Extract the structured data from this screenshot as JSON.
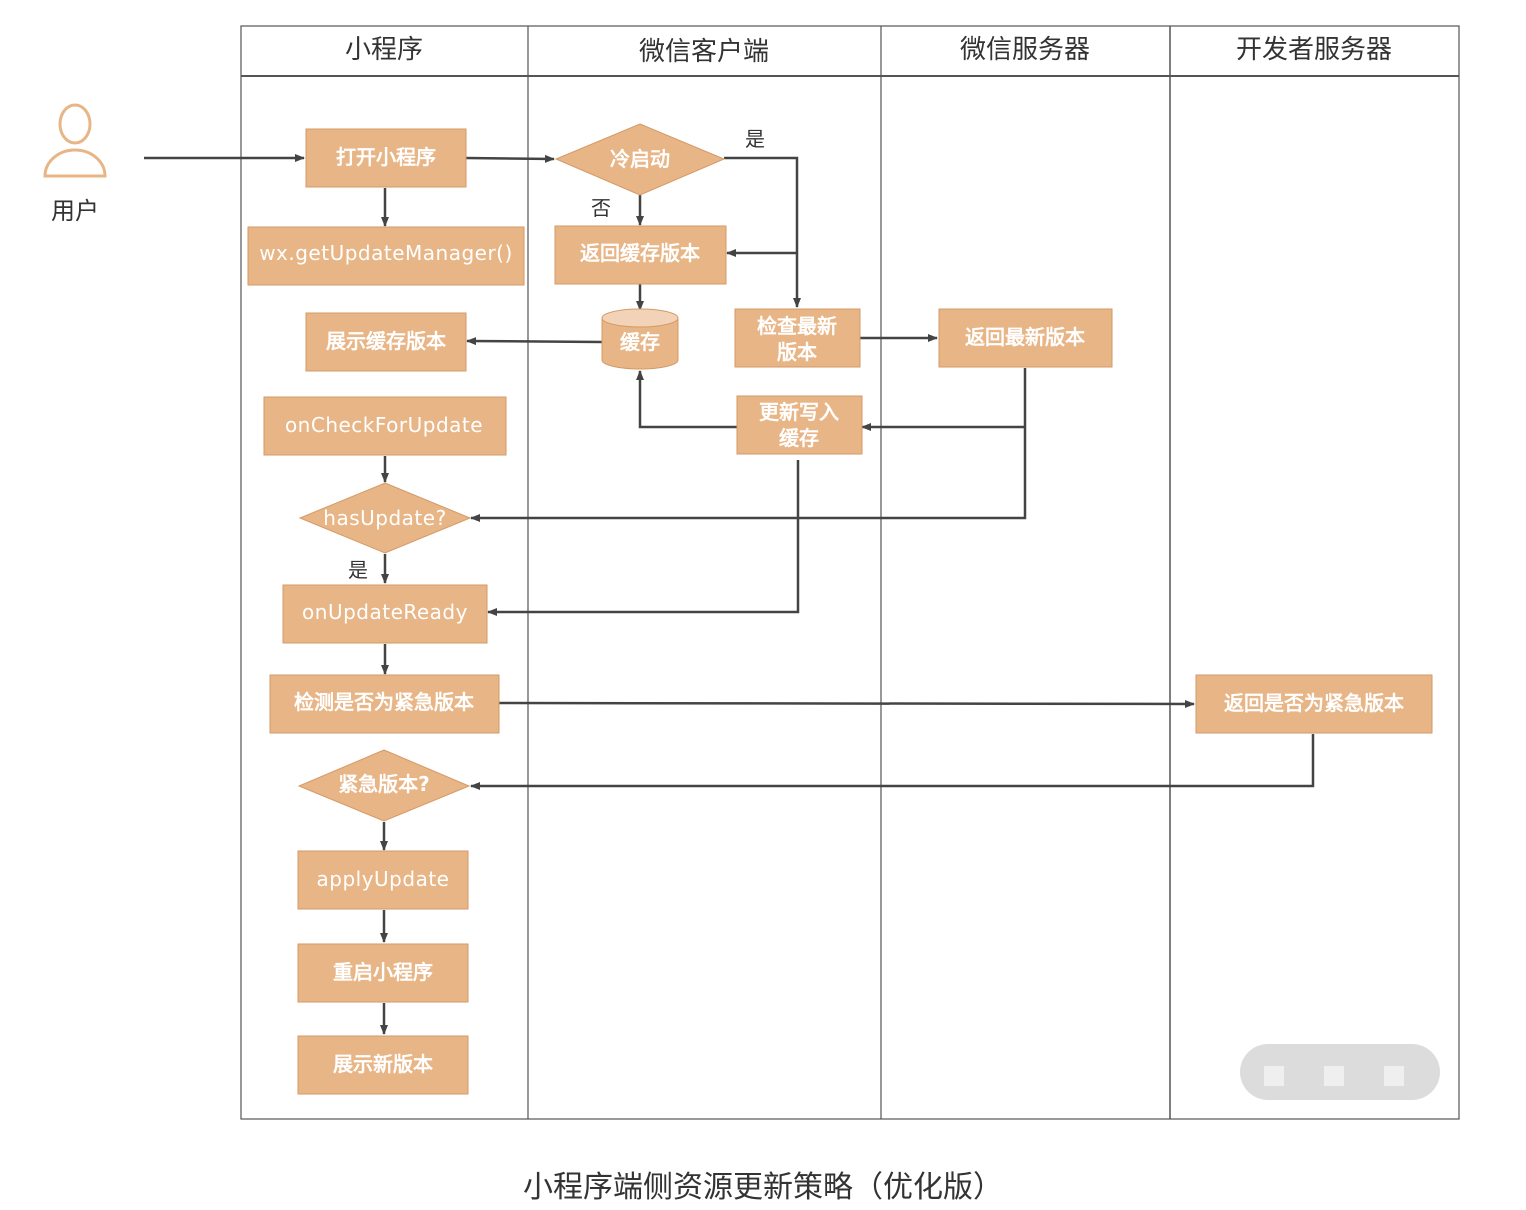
{
  "colors": {
    "node_fill": "#e8b586",
    "node_stroke": "#d49a66",
    "cylinder_top": "#f2d3b7",
    "edge": "#444444",
    "lane_border": "#555555",
    "actor": "#e8b586"
  },
  "actor": {
    "label": "用户",
    "icon": "user-icon"
  },
  "lanes": [
    {
      "title": "小程序"
    },
    {
      "title": "微信客户端"
    },
    {
      "title": "微信服务器"
    },
    {
      "title": "开发者服务器"
    }
  ],
  "nodes": {
    "open_app": "打开小程序",
    "get_update_manager": "wx.getUpdateManager()",
    "show_cache_version": "展示缓存版本",
    "on_check_for_update": "onCheckForUpdate",
    "has_update": "hasUpdate?",
    "on_update_ready": "onUpdateReady",
    "check_urgent": "检测是否为紧急版本",
    "is_urgent": "紧急版本?",
    "apply_update": "applyUpdate",
    "restart_app": "重启小程序",
    "show_new_version": "展示新版本",
    "cold_start": "冷启动",
    "return_cache_version": "返回缓存版本",
    "cache": "缓存",
    "check_latest_line1": "检查最新",
    "check_latest_line2": "版本",
    "write_cache_line1": "更新写入",
    "write_cache_line2": "缓存",
    "return_latest_version": "返回最新版本",
    "return_is_urgent": "返回是否为紧急版本"
  },
  "edge_labels": {
    "cold_start_yes": "是",
    "cold_start_no": "否",
    "has_update_yes": "是"
  },
  "caption": "小程序端侧资源更新策略（优化版）"
}
